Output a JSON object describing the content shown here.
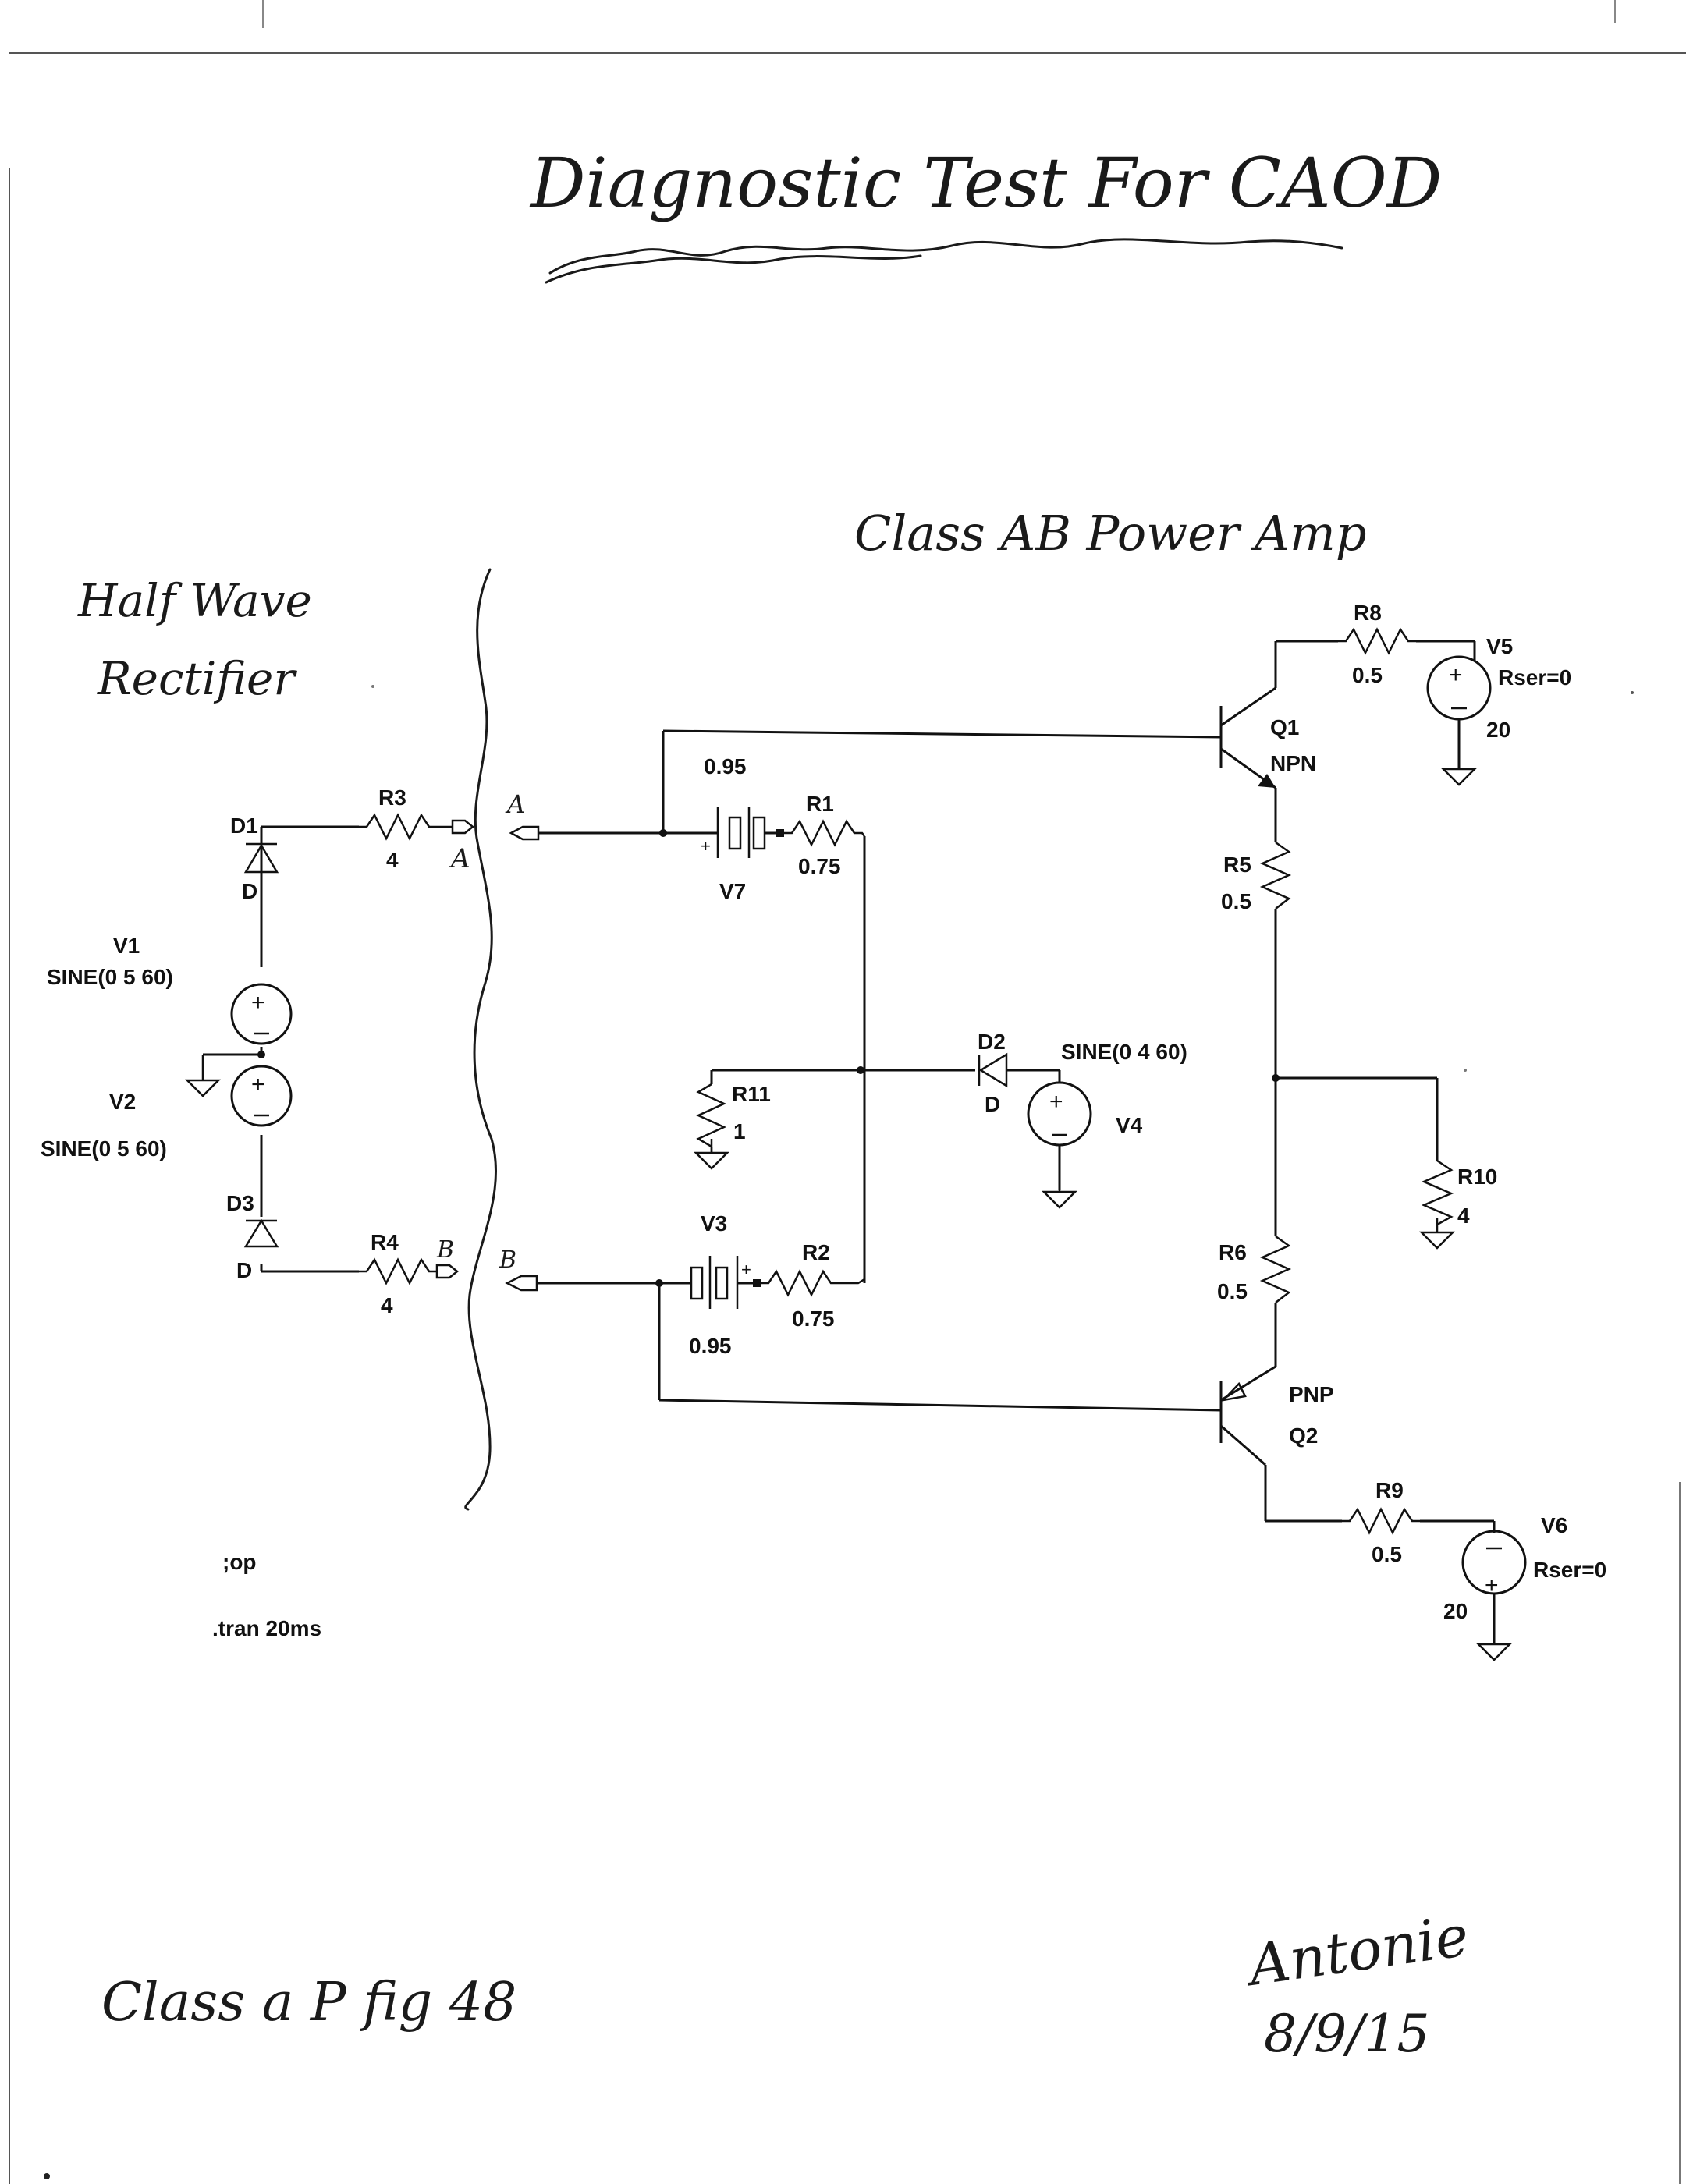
{
  "title": "Diagnostic Test For CAOD",
  "section_left": {
    "line1": "Half Wave",
    "line2": "Rectifier"
  },
  "section_right": "Class AB Power Amp",
  "left_circuit": {
    "D1": {
      "name": "D1",
      "model": "D"
    },
    "R3": {
      "name": "R3",
      "value": "4"
    },
    "R4": {
      "name": "R4",
      "value": "4"
    },
    "D3": {
      "name": "D3",
      "model": "D"
    },
    "V1": {
      "name": "V1",
      "value": "SINE(0 5 60)"
    },
    "V2": {
      "name": "V2",
      "value": "SINE(0 5 60)"
    },
    "node_a_hand": "A",
    "node_b_hand": "B"
  },
  "right_circuit": {
    "V7": {
      "name": "V7",
      "value": "0.95"
    },
    "R1": {
      "name": "R1",
      "value": "0.75"
    },
    "V3": {
      "name": "V3",
      "value": "0.95"
    },
    "R2": {
      "name": "R2",
      "value": "0.75"
    },
    "R11": {
      "name": "R11",
      "value": "1"
    },
    "D2": {
      "name": "D2",
      "model": "D"
    },
    "V4": {
      "name": "V4",
      "value": "SINE(0 4 60)"
    },
    "Q1": {
      "name": "Q1",
      "type": "NPN"
    },
    "Q2": {
      "name": "Q2",
      "type": "PNP"
    },
    "R8": {
      "name": "R8",
      "value": "0.5"
    },
    "R9": {
      "name": "R9",
      "value": "0.5"
    },
    "R5": {
      "name": "R5",
      "value": "0.5"
    },
    "R6": {
      "name": "R6",
      "value": "0.5"
    },
    "R10": {
      "name": "R10",
      "value": "4"
    },
    "V5": {
      "name": "V5",
      "param": "Rser=0",
      "value": "20"
    },
    "V6": {
      "name": "V6",
      "param": "Rser=0",
      "value": "20"
    },
    "node_a_hand": "A",
    "node_b_hand": "B"
  },
  "directives": {
    "op": ";op",
    "tran": ".tran 20ms"
  },
  "footer_left": "Class a P fig 48",
  "signature": {
    "name": "Antonie",
    "date": "8/9/15"
  },
  "icons": [
    "ground-icon",
    "voltage-source-icon",
    "battery-icon",
    "diode-icon",
    "resistor-icon",
    "npn-transistor-icon",
    "pnp-transistor-icon",
    "net-label-flag-icon"
  ]
}
